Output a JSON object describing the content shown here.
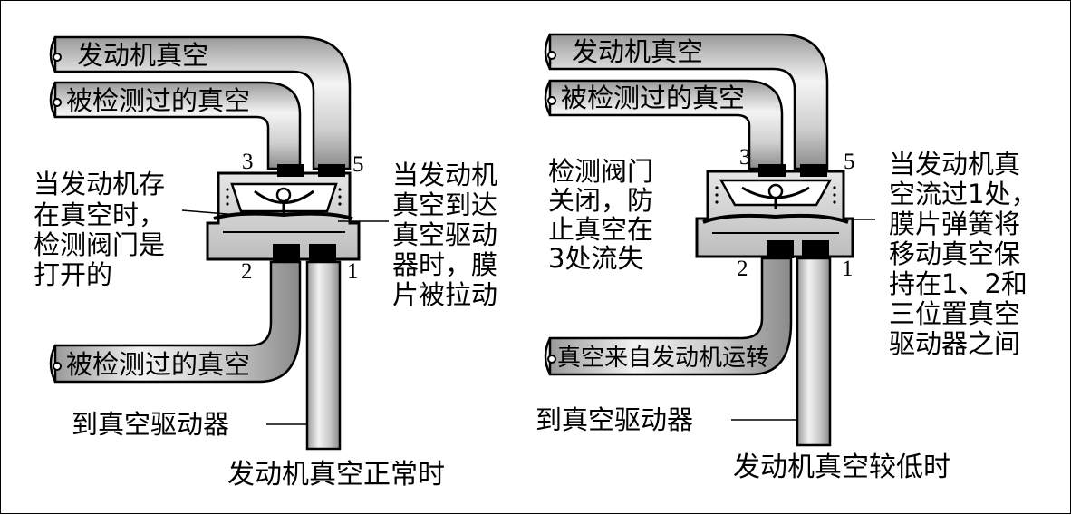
{
  "left": {
    "tube_top": "发动机真空",
    "tube_mid": "被检测过的真空",
    "tube_bottom": "被检测过的真空",
    "port_3": "3",
    "port_5": "5",
    "port_2": "2",
    "port_1": "1",
    "note_left": [
      "当发动机存",
      "在真空时，",
      "检测阀门是",
      "打开的"
    ],
    "note_right": [
      "当发动机",
      "真空到达",
      "真空驱动",
      "器时，膜",
      "片被拉动"
    ],
    "to_actuator": "到真空驱动器",
    "caption": "发动机真空正常时"
  },
  "right": {
    "tube_top": "发动机真空",
    "tube_mid": "被检测过的真空",
    "tube_bottom": "真空来自发动机运转",
    "port_3": "3",
    "port_5": "5",
    "port_2": "2",
    "port_1": "1",
    "note_left": [
      "检测阀门",
      "关闭，防",
      "止真空在",
      "3处流失"
    ],
    "note_right": [
      "当发动机真",
      "空流过1处，",
      "膜片弹簧将",
      "移动真空保",
      "持在1、2和",
      "三位置真空",
      "驱动器之间"
    ],
    "to_actuator": "到真空驱动器",
    "caption": "发动机真空较低时"
  }
}
